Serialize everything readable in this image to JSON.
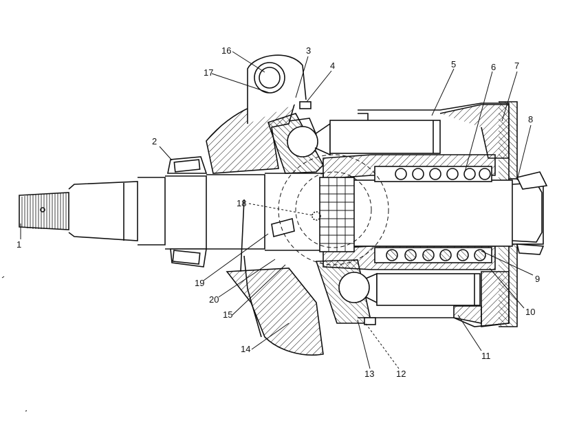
{
  "callouts": [
    {
      "id": 1,
      "label": "1"
    },
    {
      "id": 2,
      "label": "2"
    },
    {
      "id": 3,
      "label": "3"
    },
    {
      "id": 4,
      "label": "4"
    },
    {
      "id": 5,
      "label": "5"
    },
    {
      "id": 6,
      "label": "6"
    },
    {
      "id": 7,
      "label": "7"
    },
    {
      "id": 8,
      "label": "8"
    },
    {
      "id": 9,
      "label": "9"
    },
    {
      "id": 10,
      "label": "10"
    },
    {
      "id": 11,
      "label": "11"
    },
    {
      "id": 12,
      "label": "12"
    },
    {
      "id": 13,
      "label": "13"
    },
    {
      "id": 14,
      "label": "14"
    },
    {
      "id": 15,
      "label": "15"
    },
    {
      "id": 16,
      "label": "16"
    },
    {
      "id": 17,
      "label": "17"
    },
    {
      "id": 18,
      "label": "18"
    },
    {
      "id": 19,
      "label": "19"
    },
    {
      "id": 20,
      "label": "20"
    }
  ],
  "colors": {
    "ink": "#111111",
    "background": "#ffffff"
  }
}
